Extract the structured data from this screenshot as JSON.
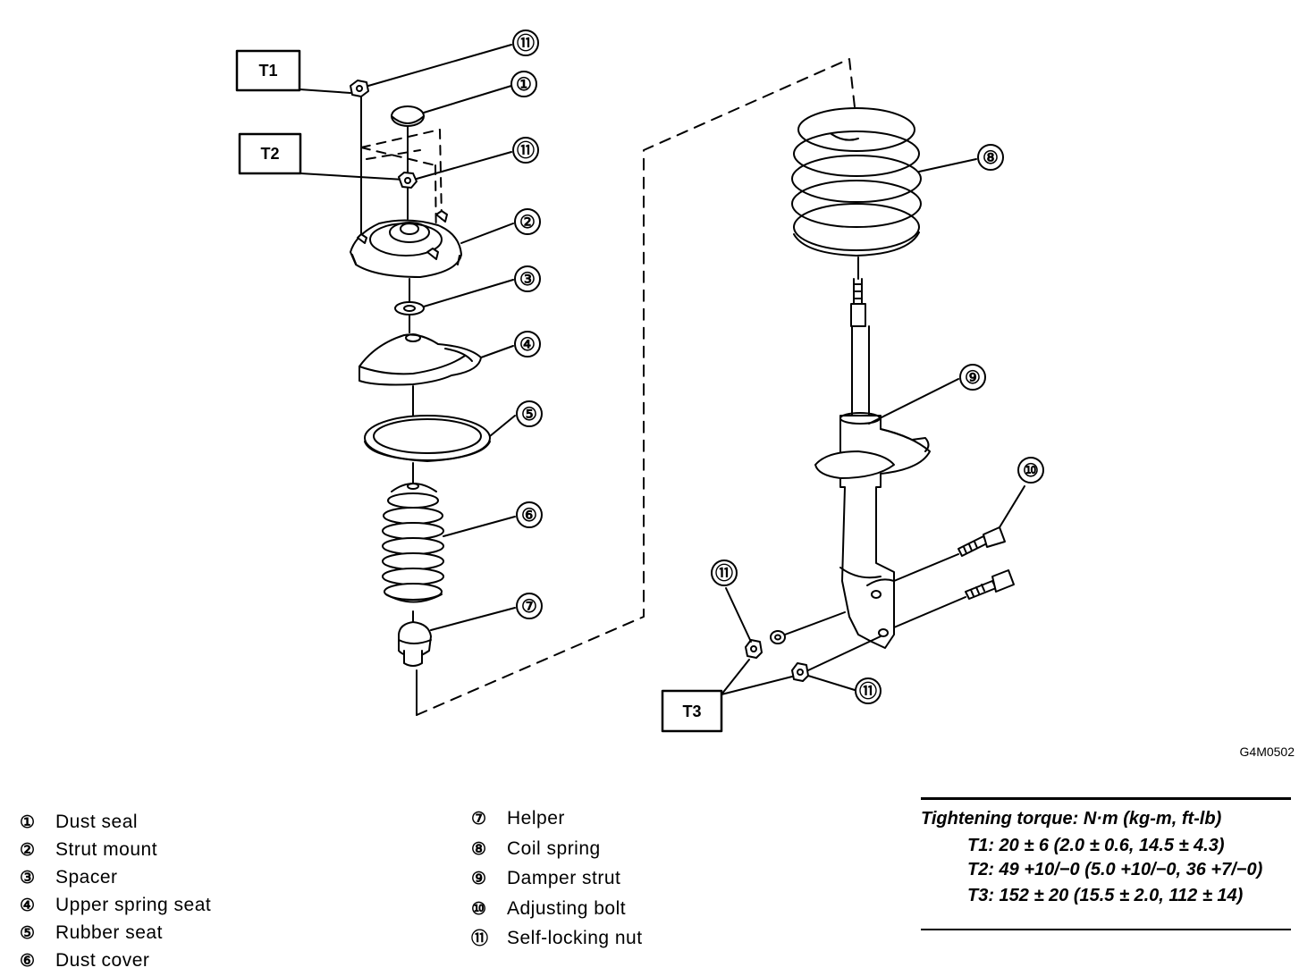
{
  "labels": {
    "T1": "T1",
    "T2": "T2",
    "T3": "T3",
    "figure_code": "G4M0502"
  },
  "callouts": [
    "⑪",
    "①",
    "⑪",
    "②",
    "③",
    "④",
    "⑤",
    "⑥",
    "⑦",
    "⑧",
    "⑨",
    "⑩",
    "⑪",
    "⑪"
  ],
  "legend_left": [
    {
      "num": "①",
      "label": "Dust seal"
    },
    {
      "num": "②",
      "label": "Strut mount"
    },
    {
      "num": "③",
      "label": "Spacer"
    },
    {
      "num": "④",
      "label": "Upper spring seat"
    },
    {
      "num": "⑤",
      "label": "Rubber seat"
    },
    {
      "num": "⑥",
      "label": "Dust cover"
    }
  ],
  "legend_right": [
    {
      "num": "⑦",
      "label": "Helper"
    },
    {
      "num": "⑧",
      "label": "Coil spring"
    },
    {
      "num": "⑨",
      "label": "Damper strut"
    },
    {
      "num": "⑩",
      "label": "Adjusting bolt"
    },
    {
      "num": "⑪",
      "label": "Self-locking nut"
    }
  ],
  "torque": {
    "heading": "Tightening torque: N·m (kg-m, ft-lb)",
    "T1": "T1: 20 ± 6 (2.0 ± 0.6, 14.5 ± 4.3)",
    "T2": "T2: 49 +10/−0 (5.0 +10/−0, 36 +7/−0)",
    "T3": "T3: 152 ± 20 (15.5 ± 2.0, 112 ± 14)"
  }
}
